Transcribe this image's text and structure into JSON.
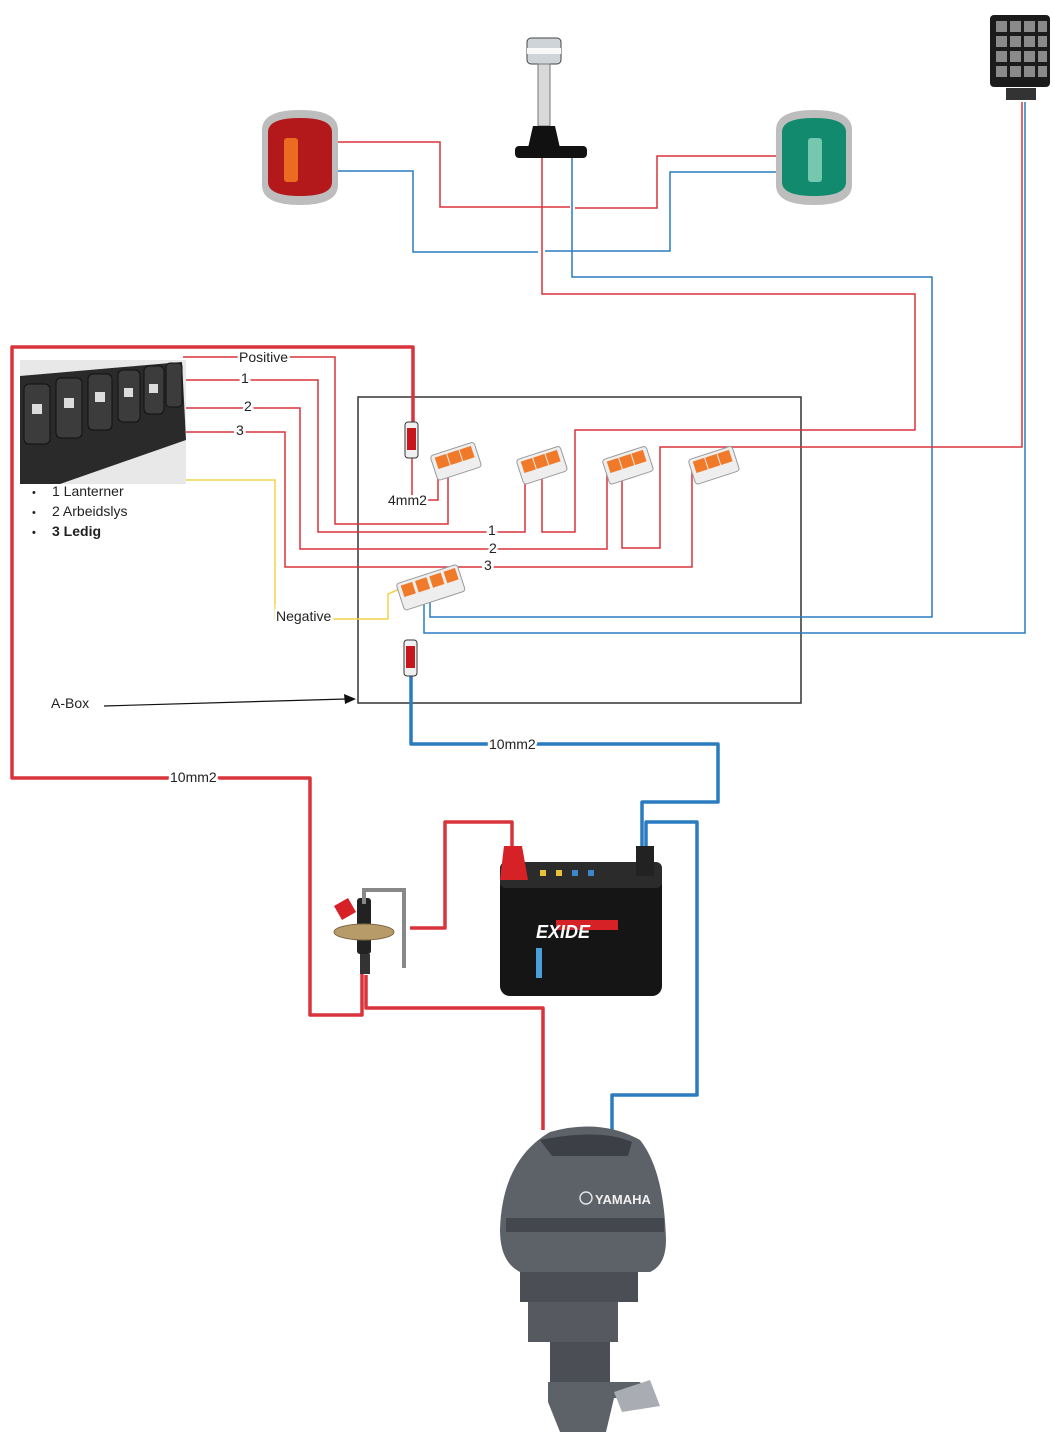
{
  "labels": {
    "positive": "Positive",
    "negative": "Negative",
    "wire_1": "1",
    "wire_2": "2",
    "wire_3": "3",
    "wire_1_bus": "1",
    "wire_2_bus": "2",
    "wire_3_bus": "3",
    "main_wire_size": "10mm2",
    "neg_wire_size": "10mm2",
    "fuse_wire_size": "4mm2",
    "abox": "A-Box"
  },
  "legend": [
    "1 Lanterner",
    "2 Arbeidslys",
    "3 Ledig"
  ],
  "battery": {
    "brand": "EXIDE"
  },
  "engine": {
    "brand": "YAMAHA"
  },
  "colors": {
    "positive_wire": "#d9343b",
    "negative_wire": "#2a7bc0",
    "switch_wire": "#f2d24b",
    "connector": "#f07a2a",
    "port_light": "#b3181b",
    "starboard_light": "#128a6d",
    "abox_border": "#333333"
  }
}
